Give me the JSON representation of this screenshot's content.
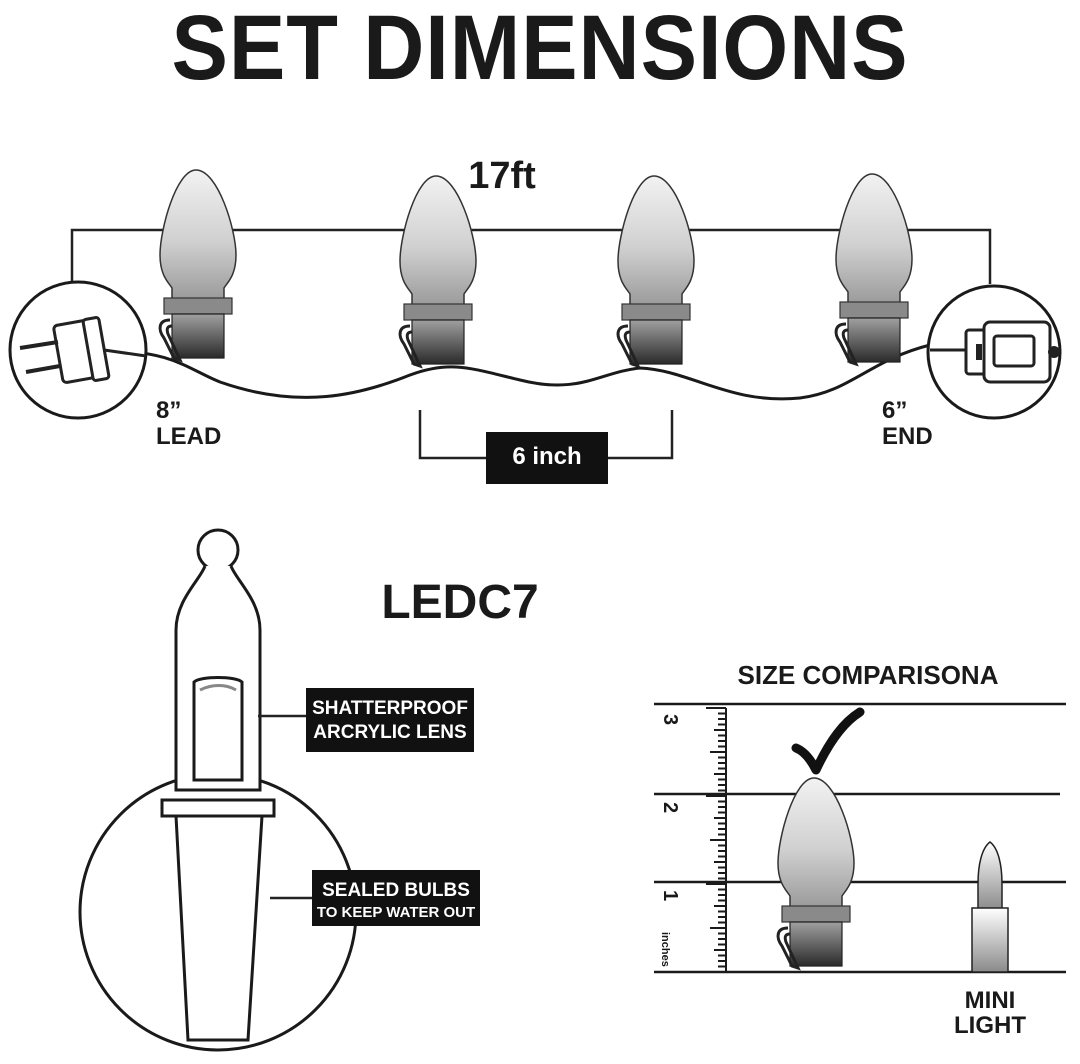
{
  "title": "SET DIMENSIONS",
  "string_diagram": {
    "total_length": "17ft",
    "lead_length": "8”",
    "lead_label": "LEAD",
    "end_length": "6”",
    "end_label": "END",
    "spacing_label": "6 inch"
  },
  "bulb_detail": {
    "model": "LEDC7",
    "callout_1_line_1": "SHATTERPROOF",
    "callout_1_line_2": "ARCRYLIC LENS",
    "callout_2_line_1": "SEALED BULBS",
    "callout_2_line_2": "TO KEEP WATER OUT"
  },
  "size_comparison": {
    "title": "SIZE COMPARISONA",
    "ruler_ticks": [
      "1",
      "2",
      "3"
    ],
    "ruler_unit": "inches",
    "mini_label_1": "MINI",
    "mini_label_2": "LIGHT"
  }
}
